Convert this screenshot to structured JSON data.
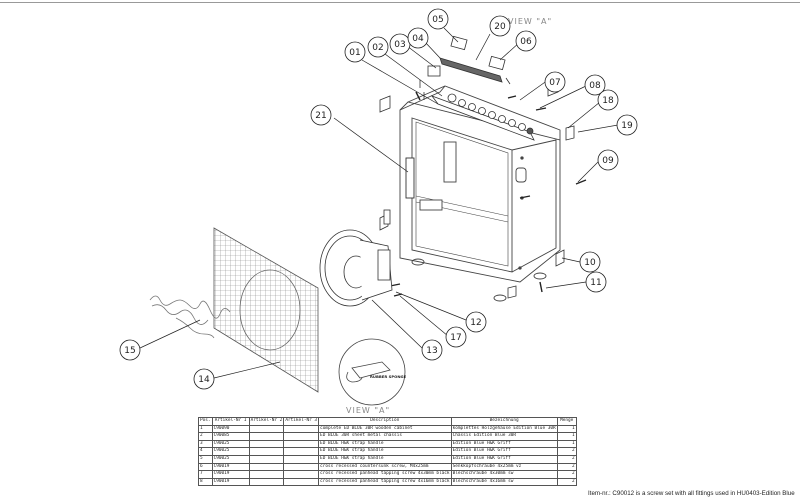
{
  "drawing": {
    "view_label_top": "VIEW \"A\"",
    "view_label_bottom": "VIEW \"A\"",
    "rubber_sponge": "RUBBER SPONGE",
    "callouts": [
      "01",
      "02",
      "03",
      "04",
      "05",
      "06",
      "07",
      "08",
      "09",
      "10",
      "11",
      "12",
      "13",
      "14",
      "15",
      "17",
      "18",
      "19",
      "20",
      "21"
    ]
  },
  "table": {
    "headers": [
      "Pos.",
      "Artikel-Nr 1",
      "Artikel-Nr 2",
      "Artikel-Nr 3",
      "Description",
      "Bezeichnung",
      "Menge"
    ],
    "rows": [
      [
        "1",
        "C90090",
        "",
        "",
        "complete ED BLUE 30R wooden cabinet",
        "komplettes Holzgehäuse Edition Blue 30R",
        "1"
      ],
      [
        "2",
        "C90085",
        "",
        "",
        "ED BLUE 30R sheet metal chassis",
        "Chassis Edition Blue 30R",
        "1"
      ],
      [
        "3",
        "C90025",
        "",
        "",
        "ED BLUE H&K strap handle",
        "Edition Blue H&K Griff",
        "1"
      ],
      [
        "4",
        "C90025",
        "",
        "",
        "ED BLUE H&K strap handle",
        "Edition Blue H&K Griff",
        "2"
      ],
      [
        "5",
        "C90025",
        "",
        "",
        "ED BLUE H&K strap handle",
        "Edition Blue H&K Griff",
        "2"
      ],
      [
        "6",
        "C90019",
        "",
        "",
        "cross recessed countersunk screw, M4x25mm",
        "Senkkopfschraube 4x25mm vz",
        "2"
      ],
      [
        "7",
        "C90019",
        "",
        "",
        "cross recessed panhead tapping screw 4x30mm black",
        "Blechschraube 4x30mm sw",
        "2"
      ],
      [
        "8",
        "C90019",
        "",
        "",
        "cross recessed panhead tapping screw 4x16mm black",
        "Blechschraube 4x16mm sw",
        "2"
      ]
    ]
  },
  "footnote": "Item-nr.: C90012 is a screw set with all fittings used in HU0403-Edition Blue"
}
